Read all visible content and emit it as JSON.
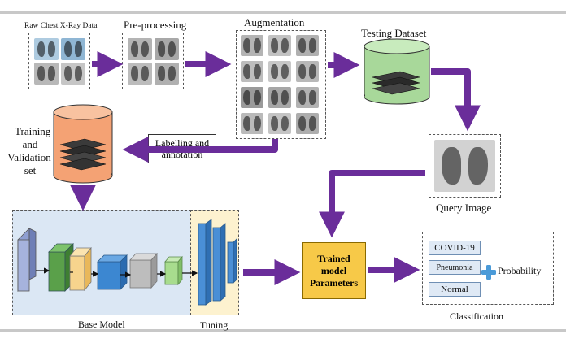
{
  "stages": {
    "raw": "Raw Chest X-Ray Data",
    "preprocessing": "Pre-processing",
    "augmentation": "Augmentation",
    "testing": "Testing Dataset",
    "training": [
      "Training",
      "and",
      "Validation",
      "set"
    ],
    "labelling": [
      "Labelling and",
      "annotation"
    ],
    "query": "Query Image",
    "base_model": "Base Model",
    "tuning": "Tuning",
    "trained": [
      "Trained",
      "model",
      "Parameters"
    ],
    "classification": "Classification"
  },
  "classes": [
    "COVID-19",
    "Pneumonia",
    "Normal"
  ],
  "probability": "Probability",
  "colors": {
    "arrow": "#6a2d9a",
    "train_cylinder": "#f4a274",
    "test_cylinder": "#a8d89a",
    "base_model_bg": "#dbe7f4",
    "tuning_bg": "#fdf2cf",
    "trained_box": "#f7c948",
    "plus": "#4a9ad8"
  },
  "icons": {
    "plus": "medical-plus-icon"
  }
}
